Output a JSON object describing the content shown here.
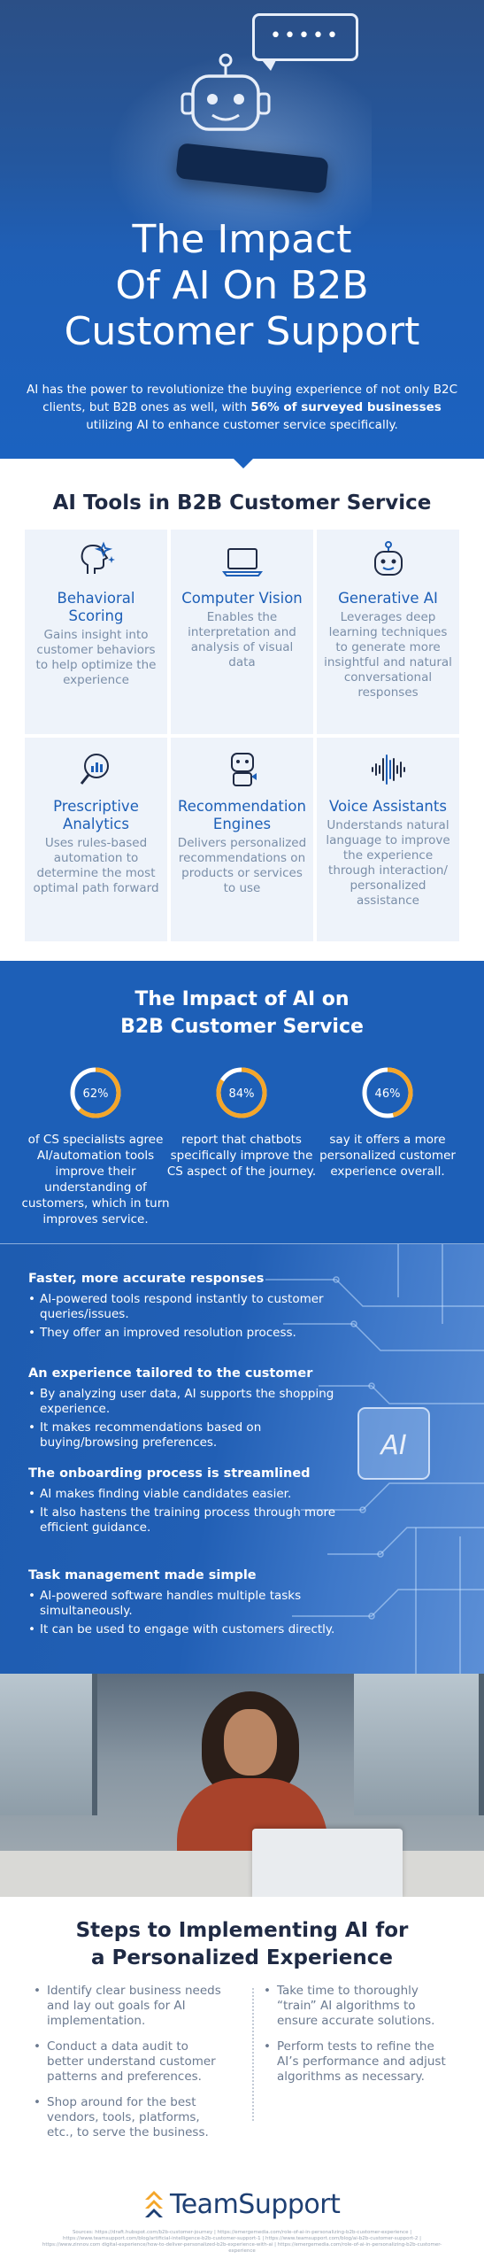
{
  "hero": {
    "bubble_dots": "•••••",
    "title_line1": "The Impact",
    "title_line2": "Of AI On B2B",
    "title_line3": "Customer Support",
    "intro_pre": "AI has the power to revolutionize the buying experience of not only B2C clients, but B2B ones as well, with ",
    "intro_bold": "56% of surveyed businesses",
    "intro_post": " utilizing AI to enhance customer service specifically."
  },
  "tools": {
    "title": "AI Tools in B2B Customer Service",
    "items": [
      {
        "icon": "brain-sparkle-icon",
        "name": "Behavioral Scoring",
        "desc": "Gains insight into customer behaviors to help optimize the experience"
      },
      {
        "icon": "laptop-icon",
        "name": "Computer Vision",
        "desc": "Enables the interpretation and analysis of visual data"
      },
      {
        "icon": "robot-head-icon",
        "name": "Generative AI",
        "desc": "Leverages deep learning techniques to generate more insightful and natural conversational responses"
      },
      {
        "icon": "magnifier-chart-icon",
        "name": "Prescriptive Analytics",
        "desc": "Uses rules-based automation to determine the most optimal path forward"
      },
      {
        "icon": "robot-thumbs-up-icon",
        "name": "Recommendation Engines",
        "desc": "Delivers personalized recommendations on products or services to use"
      },
      {
        "icon": "sound-wave-icon",
        "name": "Voice Assistants",
        "desc": "Understands natural language to improve the experience through interaction/ personalized assistance"
      }
    ]
  },
  "impact": {
    "title_line1": "The Impact of AI on",
    "title_line2": "B2B Customer Service",
    "ring_color": "#f4a62a",
    "stats": [
      {
        "label": "62%",
        "value": 62,
        "desc": "of CS specialists agree AI/automation tools improve their understanding of customers, which in turn improves service."
      },
      {
        "label": "84%",
        "value": 84,
        "desc": "report that chatbots specifically improve the CS aspect of the journey."
      },
      {
        "label": "46%",
        "value": 46,
        "desc": "say it offers a more personalized customer experience overall."
      }
    ]
  },
  "benefits": [
    {
      "heading": "Faster, more accurate responses",
      "bullets": [
        "AI-powered tools respond instantly to customer queries/issues.",
        "They offer an improved resolution process."
      ]
    },
    {
      "heading": "An experience tailored to the customer",
      "bullets": [
        "By analyzing user data, AI supports the shopping experience.",
        "It makes recommendations based on buying/browsing preferences."
      ]
    },
    {
      "heading": "The onboarding process is streamlined",
      "bullets": [
        "AI makes finding viable candidates easier.",
        "It also hastens the training process through more efficient guidance."
      ]
    },
    {
      "heading": "Task management made simple",
      "bullets": [
        "AI-powered software handles multiple tasks simultaneously.",
        "It can be used to engage with customers directly."
      ]
    }
  ],
  "circuit_chip_label": "AI",
  "steps": {
    "title_line1": "Steps to Implementing AI for",
    "title_line2": "a Personalized Experience",
    "left": [
      "Identify clear business needs and lay out goals for AI implementation.",
      "Conduct a data audit to better understand customer patterns and preferences.",
      "Shop around for the best vendors, tools, platforms, etc., to serve the business."
    ],
    "right": [
      "Take time to thoroughly “train” AI algorithms to ensure accurate solutions.",
      "Perform tests to refine the AI’s performance and adjust algorithms as necessary."
    ]
  },
  "footer": {
    "logo_text": "TeamSupport",
    "sources": "Sources: https://draft.hubspot.com/b2b-customer-journey | https://emergemedia.com/role-of-ai-in-personalizing-b2b-customer-experience | https://www.teamsupport.com/blog/artificial-intelligence-b2b-customer-support-1 | https://www.teamsupport.com/blog/ai-b2b-customer-support-2 | https://www.zinnov.com digital-experience/how-to-deliver-personalized-b2b-experience-with-ai | https://emergemedia.com/role-of-ai-in-personalizing-b2b-customer-experience"
  },
  "colors": {
    "brand_blue": "#1d5fb7",
    "heading_dark": "#1f2a44",
    "tile_bg": "#eef3fa",
    "muted_text": "#7a8ea8",
    "accent_orange": "#f4a62a"
  }
}
